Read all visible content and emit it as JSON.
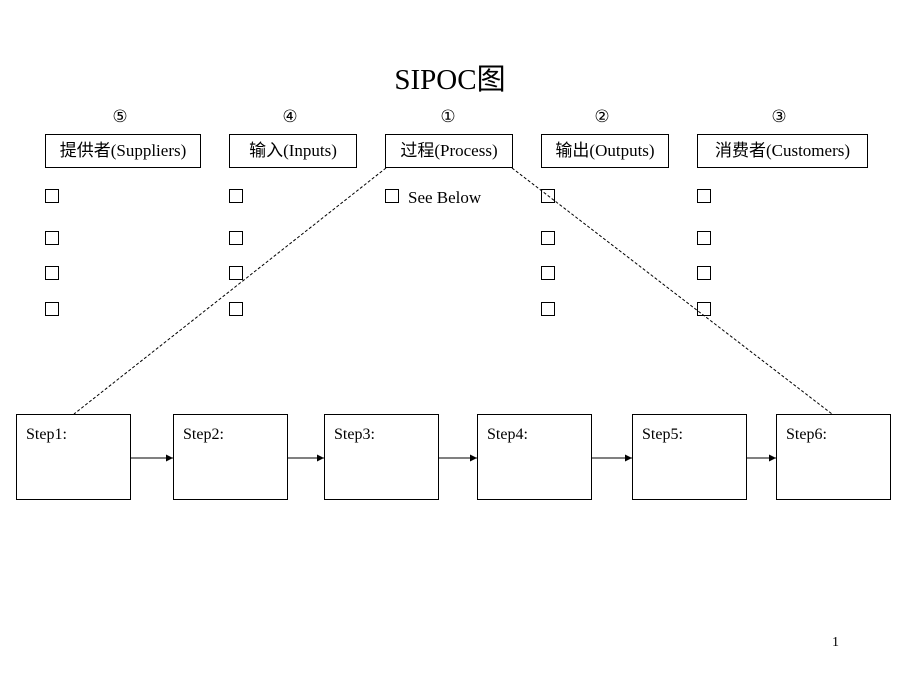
{
  "title": "SIPOC图",
  "columns": [
    {
      "order": "⑤",
      "label": "提供者(Suppliers)"
    },
    {
      "order": "④",
      "label": "输入(Inputs)"
    },
    {
      "order": "①",
      "label": "过程(Process)"
    },
    {
      "order": "②",
      "label": "输出(Outputs)"
    },
    {
      "order": "③",
      "label": "消费者(Customers)"
    }
  ],
  "process_item": "See Below",
  "steps": [
    "Step1:",
    "Step2:",
    "Step3:",
    "Step4:",
    "Step5:",
    "Step6:"
  ],
  "page_number": "1"
}
